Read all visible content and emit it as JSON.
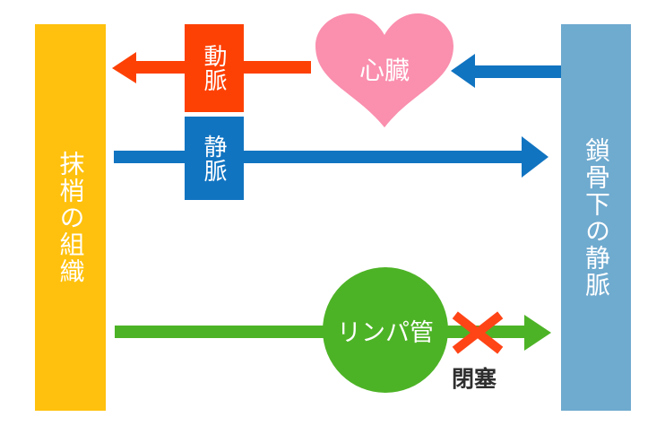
{
  "diagram": {
    "title": "",
    "background_color": "#ffffff",
    "nodes": {
      "peripheral_tissue": {
        "label": "抹梢の組織",
        "color": "#FFC10D",
        "text_color": "#ffffff",
        "shape": "rect"
      },
      "subclavian_vein": {
        "label": "鎖骨下の静脈",
        "color": "#6FAACF",
        "text_color": "#ffffff",
        "shape": "rect"
      },
      "heart": {
        "label": "心臓",
        "color": "#FA8FAE",
        "text_color": "#ffffff",
        "shape": "heart"
      },
      "lymph_vessel": {
        "label": "リンパ管",
        "color": "#4DB326",
        "text_color": "#ffffff",
        "shape": "circle"
      }
    },
    "edges": {
      "artery": {
        "label": "動脈",
        "color": "#FD4105",
        "from": "心臓",
        "to": "抹梢の組織",
        "direction": "left"
      },
      "vein": {
        "label": "静脈",
        "color": "#1174C1",
        "from": "抹梢の組織",
        "to": "鎖骨下の静脈",
        "direction": "right"
      },
      "heart_return": {
        "label": "",
        "color": "#1174C1",
        "from": "鎖骨下の静脈",
        "to": "心臓",
        "direction": "left"
      },
      "lymph": {
        "label": "リンパ管",
        "color": "#4DB326",
        "from": "抹梢の組織",
        "to": "鎖骨下の静脈",
        "direction": "right"
      }
    },
    "blockage": {
      "label": "閉塞",
      "mark": "x",
      "mark_color": "#FF4416",
      "text_color": "#2E2E2E"
    }
  }
}
